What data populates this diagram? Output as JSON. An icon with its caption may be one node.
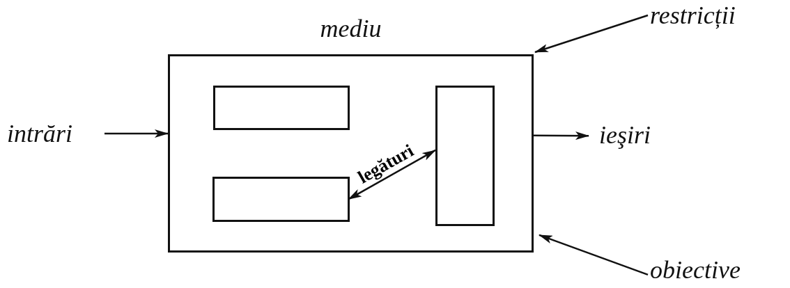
{
  "diagram": {
    "nodes": [
      {
        "text": [
          "mediu"
        ]
      },
      {
        "text": [],
        "shape": "box",
        "in": 0
      },
      {
        "text": [],
        "shape": "box",
        "in": 0
      },
      {
        "text": [],
        "shape": "box",
        "in": 0
      },
      {
        "text": [
          "intrări"
        ]
      },
      {
        "text": [
          "ieşiri"
        ]
      },
      {
        "text": [
          "restricții"
        ]
      },
      {
        "text": [
          "obiective"
        ]
      }
    ],
    "edges": [
      {
        "from": 4,
        "to": 0,
        "arrow": "to"
      },
      {
        "from": 0,
        "to": 5,
        "arrow": "to"
      },
      {
        "from": 6,
        "to": 0,
        "arrow": "to"
      },
      {
        "from": 7,
        "to": 0,
        "arrow": "to"
      },
      {
        "from": 2,
        "to": 3,
        "arrow": "both",
        "label": "legături"
      }
    ]
  }
}
